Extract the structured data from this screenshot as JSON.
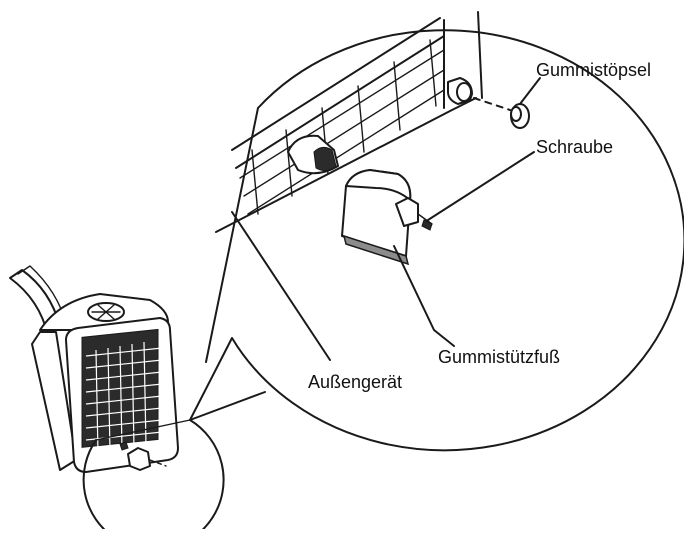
{
  "labels": {
    "gummistoepsel": "Gummistöpsel",
    "schraube": "Schraube",
    "gummistuetzfuss": "Gummistützfuß",
    "aussengeraet": "Außengerät"
  }
}
